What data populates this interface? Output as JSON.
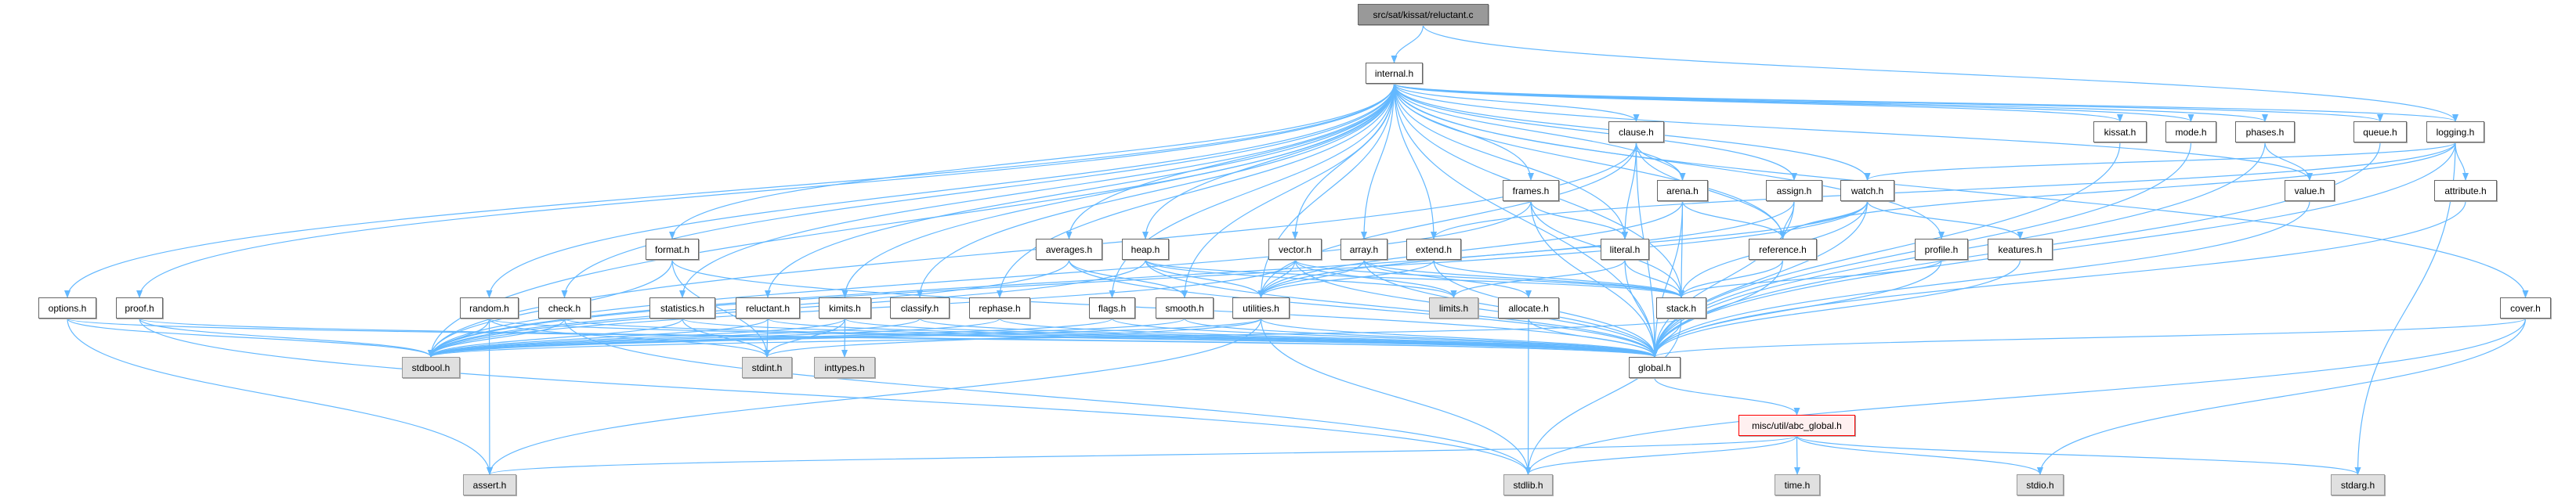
{
  "title": "src/sat/kissat/reluctant.c",
  "colors": {
    "edge": "#63b8ff",
    "node_border": "#666666",
    "system_fill": "#e0e0e0",
    "root_fill": "#999999",
    "highlight_border": "#ff0000"
  },
  "nodes": {
    "root": "src/sat/kissat/reluctant.c",
    "internal": "internal.h",
    "clause": "clause.h",
    "frames": "frames.h",
    "arena": "arena.h",
    "averages": "averages.h",
    "heap": "heap.h",
    "vector": "vector.h",
    "array": "array.h",
    "extend": "extend.h",
    "literal": "literal.h",
    "classify": "classify.h",
    "rephase": "rephase.h",
    "flags": "flags.h",
    "smooth": "smooth.h",
    "utilities": "utilities.h",
    "limits": "limits.h",
    "allocate": "allocate.h",
    "stack": "stack.h",
    "global": "global.h",
    "stdlib": "stdlib.h",
    "options": "options.h",
    "proof": "proof.h",
    "random": "random.h",
    "check": "check.h",
    "statistics": "statistics.h",
    "reluctant": "reluctant.h",
    "kimits": "kimits.h",
    "format": "format.h",
    "stdbool": "stdbool.h",
    "stdint": "stdint.h",
    "inttypes": "inttypes.h",
    "assert": "assert.h",
    "kissat": "kissat.h",
    "mode": "mode.h",
    "phases": "phases.h",
    "queue": "queue.h",
    "logging": "logging.h",
    "assign": "assign.h",
    "watch": "watch.h",
    "value": "value.h",
    "attribute": "attribute.h",
    "reference": "reference.h",
    "profile": "profile.h",
    "keatures": "keatures.h",
    "cover": "cover.h",
    "abc_global": "misc/util/abc_global.h",
    "time": "time.h",
    "stdio": "stdio.h",
    "stdarg": "stdarg.h"
  },
  "edges": [
    [
      "root",
      "internal"
    ],
    [
      "root",
      "logging"
    ],
    [
      "internal",
      "options"
    ],
    [
      "internal",
      "proof"
    ],
    [
      "internal",
      "random"
    ],
    [
      "internal",
      "check"
    ],
    [
      "internal",
      "statistics"
    ],
    [
      "internal",
      "reluctant"
    ],
    [
      "internal",
      "kimits"
    ],
    [
      "internal",
      "format"
    ],
    [
      "internal",
      "classify"
    ],
    [
      "internal",
      "rephase"
    ],
    [
      "internal",
      "flags"
    ],
    [
      "internal",
      "smooth"
    ],
    [
      "internal",
      "averages"
    ],
    [
      "internal",
      "heap"
    ],
    [
      "internal",
      "vector"
    ],
    [
      "internal",
      "array"
    ],
    [
      "internal",
      "extend"
    ],
    [
      "internal",
      "frames"
    ],
    [
      "internal",
      "clause"
    ],
    [
      "internal",
      "arena"
    ],
    [
      "internal",
      "literal"
    ],
    [
      "internal",
      "stack"
    ],
    [
      "internal",
      "global"
    ],
    [
      "internal",
      "assign"
    ],
    [
      "internal",
      "watch"
    ],
    [
      "internal",
      "reference"
    ],
    [
      "internal",
      "profile"
    ],
    [
      "internal",
      "kissat"
    ],
    [
      "internal",
      "mode"
    ],
    [
      "internal",
      "phases"
    ],
    [
      "internal",
      "queue"
    ],
    [
      "internal",
      "logging"
    ],
    [
      "internal",
      "value"
    ],
    [
      "internal",
      "cover"
    ],
    [
      "internal",
      "stdbool"
    ],
    [
      "internal",
      "utilities"
    ],
    [
      "clause",
      "arena"
    ],
    [
      "clause",
      "literal"
    ],
    [
      "clause",
      "reference"
    ],
    [
      "clause",
      "utilities"
    ],
    [
      "clause",
      "global"
    ],
    [
      "clause",
      "stdbool"
    ],
    [
      "arena",
      "reference"
    ],
    [
      "arena",
      "stack"
    ],
    [
      "arena",
      "global"
    ],
    [
      "arena",
      "utilities"
    ],
    [
      "frames",
      "literal"
    ],
    [
      "frames",
      "stack"
    ],
    [
      "frames",
      "global"
    ],
    [
      "frames",
      "stdbool"
    ],
    [
      "averages",
      "smooth"
    ],
    [
      "averages",
      "global"
    ],
    [
      "averages",
      "stdbool"
    ],
    [
      "heap",
      "utilities"
    ],
    [
      "heap",
      "stack"
    ],
    [
      "heap",
      "global"
    ],
    [
      "heap",
      "stdbool"
    ],
    [
      "heap",
      "limits"
    ],
    [
      "vector",
      "utilities"
    ],
    [
      "vector",
      "stack"
    ],
    [
      "vector",
      "global"
    ],
    [
      "vector",
      "limits"
    ],
    [
      "vector",
      "stdbool"
    ],
    [
      "array",
      "allocate"
    ],
    [
      "array",
      "stack"
    ],
    [
      "array",
      "global"
    ],
    [
      "array",
      "utilities"
    ],
    [
      "extend",
      "stack"
    ],
    [
      "extend",
      "global"
    ],
    [
      "extend",
      "utilities"
    ],
    [
      "literal",
      "limits"
    ],
    [
      "literal",
      "global"
    ],
    [
      "literal",
      "stack"
    ],
    [
      "assign",
      "reference"
    ],
    [
      "assign",
      "global"
    ],
    [
      "assign",
      "stdbool"
    ],
    [
      "watch",
      "reference"
    ],
    [
      "watch",
      "stack"
    ],
    [
      "watch",
      "global"
    ],
    [
      "watch",
      "keatures"
    ],
    [
      "watch",
      "stdbool"
    ],
    [
      "watch",
      "utilities"
    ],
    [
      "reference",
      "stack"
    ],
    [
      "reference",
      "global"
    ],
    [
      "profile",
      "stack"
    ],
    [
      "profile",
      "global"
    ],
    [
      "keatures",
      "global"
    ],
    [
      "kissat",
      "global"
    ],
    [
      "mode",
      "global"
    ],
    [
      "phases",
      "value"
    ],
    [
      "phases",
      "global"
    ],
    [
      "queue",
      "global"
    ],
    [
      "value",
      "global"
    ],
    [
      "logging",
      "watch"
    ],
    [
      "logging",
      "reference"
    ],
    [
      "logging",
      "extend"
    ],
    [
      "logging",
      "attribute"
    ],
    [
      "logging",
      "global"
    ],
    [
      "logging",
      "stdarg"
    ],
    [
      "attribute",
      "global"
    ],
    [
      "cover",
      "global"
    ],
    [
      "cover",
      "stdio"
    ],
    [
      "cover",
      "stdlib"
    ],
    [
      "options",
      "stdbool"
    ],
    [
      "options",
      "global"
    ],
    [
      "options",
      "assert"
    ],
    [
      "proof",
      "stdbool"
    ],
    [
      "proof",
      "global"
    ],
    [
      "proof",
      "stdlib"
    ],
    [
      "random",
      "stdbool"
    ],
    [
      "random",
      "stdint"
    ],
    [
      "random",
      "assert"
    ],
    [
      "random",
      "global"
    ],
    [
      "check",
      "stdbool"
    ],
    [
      "check",
      "global"
    ],
    [
      "check",
      "stdlib"
    ],
    [
      "statistics",
      "stdbool"
    ],
    [
      "statistics",
      "stdint"
    ],
    [
      "statistics",
      "global"
    ],
    [
      "reluctant",
      "stdbool"
    ],
    [
      "reluctant",
      "stdint"
    ],
    [
      "reluctant",
      "global"
    ],
    [
      "kimits",
      "stdbool"
    ],
    [
      "kimits",
      "stdint"
    ],
    [
      "kimits",
      "inttypes"
    ],
    [
      "kimits",
      "global"
    ],
    [
      "format",
      "stdbool"
    ],
    [
      "format",
      "stdint"
    ],
    [
      "format",
      "global"
    ],
    [
      "classify",
      "stdbool"
    ],
    [
      "classify",
      "global"
    ],
    [
      "rephase",
      "stdbool"
    ],
    [
      "rephase",
      "global"
    ],
    [
      "flags",
      "stdbool"
    ],
    [
      "flags",
      "global"
    ],
    [
      "smooth",
      "stdbool"
    ],
    [
      "smooth",
      "global"
    ],
    [
      "utilities",
      "stdbool"
    ],
    [
      "utilities",
      "global"
    ],
    [
      "utilities",
      "stdlib"
    ],
    [
      "utilities",
      "assert"
    ],
    [
      "utilities",
      "stdint"
    ],
    [
      "stack",
      "global"
    ],
    [
      "stack",
      "stdlib"
    ],
    [
      "stack",
      "stdbool"
    ],
    [
      "allocate",
      "global"
    ],
    [
      "allocate",
      "stdlib"
    ],
    [
      "global",
      "abc_global"
    ],
    [
      "abc_global",
      "time"
    ],
    [
      "abc_global",
      "stdio"
    ],
    [
      "abc_global",
      "stdarg"
    ],
    [
      "abc_global",
      "stdlib"
    ],
    [
      "abc_global",
      "assert"
    ]
  ]
}
